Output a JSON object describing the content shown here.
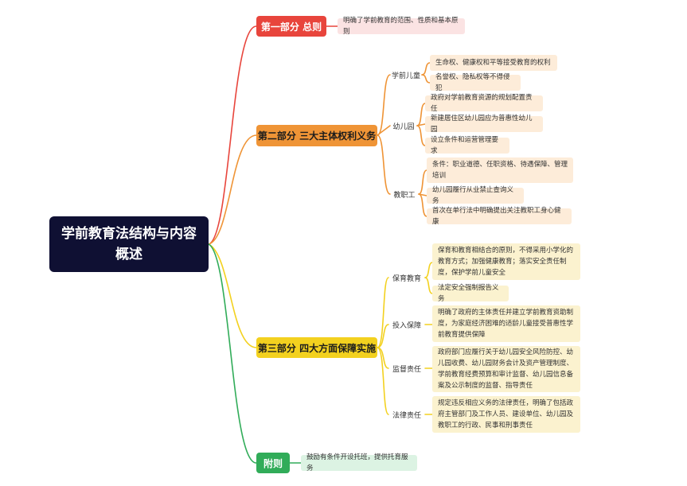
{
  "root": {
    "title": "学前教育法结构与内容概述"
  },
  "part1": {
    "label": "第一部分 总则",
    "detail": "明确了学前教育的范围、性质和基本原则"
  },
  "part2": {
    "label": "第二部分 三大主体权利义务",
    "groups": [
      {
        "label": "学前儿童",
        "items": [
          "生命权、健康权和平等接受教育的权利",
          "名誉权、隐私权等不得侵犯"
        ]
      },
      {
        "label": "幼儿园",
        "items": [
          "政府对学前教育资源的规划配置责任",
          "新建居住区幼儿园应为普惠性幼儿园",
          "设立条件和运营管理要求"
        ]
      },
      {
        "label": "教职工",
        "items": [
          "条件：职业道德、任职资格、待遇保障、管理培训",
          "幼儿园履行从业禁止查询义务",
          "首次在单行法中明确提出关注教职工身心健康"
        ]
      }
    ]
  },
  "part3": {
    "label": "第三部分 四大方面保障实施",
    "groups": [
      {
        "label": "保育教育",
        "items": [
          "保育和教育相结合的原则，不得采用小学化的教育方式；加强健康教育；落实安全责任制度，保护学前儿童安全",
          "法定安全强制报告义务"
        ]
      },
      {
        "label": "投入保障",
        "items": [
          "明确了政府的主体责任并建立学前教育资助制度，为家庭经济困难的适龄儿童接受普惠性学前教育提供保障"
        ]
      },
      {
        "label": "监督责任",
        "items": [
          "政府部门应履行关于幼儿园安全风险防控、幼儿园收费、幼儿园财务会计及资产管理制度、学前教育经费预算和审计监督、幼儿园信息备案及公示制度的监督、指导责任"
        ]
      },
      {
        "label": "法律责任",
        "items": [
          "规定违反相应义务的法律责任，明确了包括政府主管部门及工作人员、建设单位、幼儿园及教职工的行政、民事和刑事责任"
        ]
      }
    ]
  },
  "part4": {
    "label": "附则",
    "detail": "鼓励有条件开设托班，提供托育服务"
  },
  "colors": {
    "root": "#0f1033",
    "part1": "#e8453c",
    "part2": "#ef9436",
    "part3": "#f3d11f",
    "part4": "#31ac59"
  }
}
